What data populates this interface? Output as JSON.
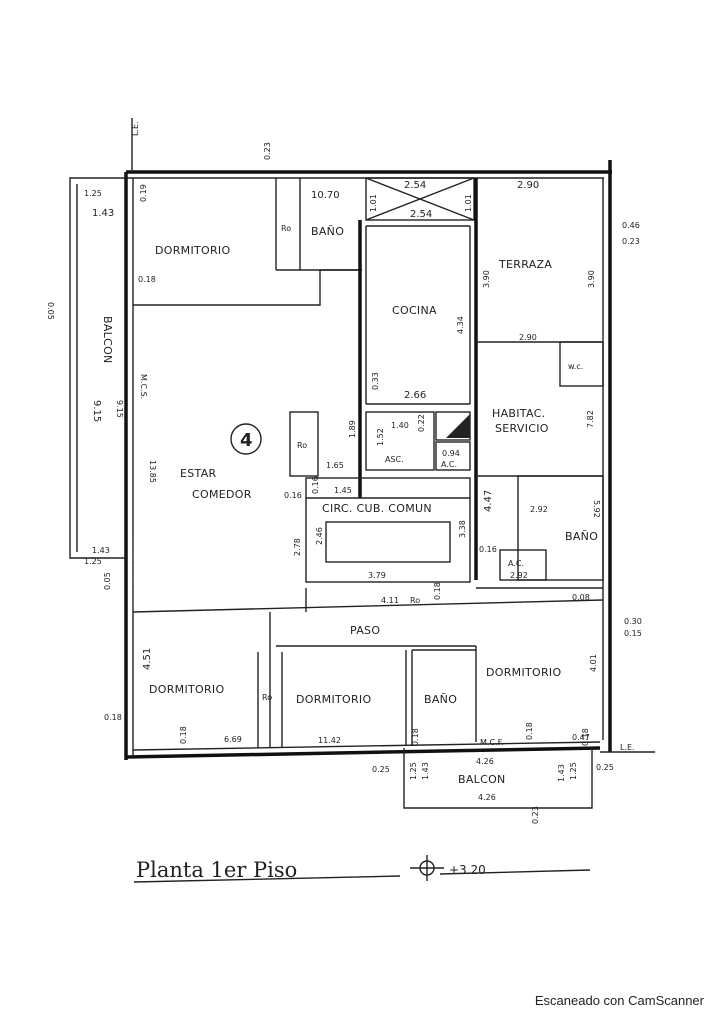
{
  "rooms": {
    "dormitorio_top": "DORMITORIO",
    "bano_top": "BAÑO",
    "ro_top": "Ro",
    "terraza": "TERRAZA",
    "cocina": "COCINA",
    "wc": "w.c.",
    "balcon_left": "BALCON",
    "mcs": "M.C.S.",
    "habitac": "HABITAC.",
    "servicio": "SERVICIO",
    "ro_mid": "Ro",
    "asc": "ASC.",
    "ac_top": "A.C.",
    "estar": "ESTAR",
    "comedor": "COMEDOR",
    "circ": "CIRC. CUB. COMUN",
    "bano_right": "BAÑO",
    "ac_bottom": "A.C.",
    "ro_paso": "Ro",
    "paso": "PASO",
    "dormitorio_bl": "DORMITORIO",
    "ro_bl": "Ro",
    "dormitorio_bc": "DORMITORIO",
    "bano_bc": "BAÑO",
    "dormitorio_br": "DORMITORIO",
    "mcf": "M.C.F.",
    "balcon_bottom": "BALCON",
    "unit_number": "4"
  },
  "dims": {
    "d_023_top": "0.23",
    "d_le_top": "L.E.",
    "d_125": "1.25",
    "d_019": "0.19",
    "d_143_tl": "1.43",
    "d_1070": "10.70",
    "d_254a": "2.54",
    "d_254b": "2.54",
    "d_101a": "1.01",
    "d_101b": "1.01",
    "d_290_top": "2.90",
    "d_046": "0.46",
    "d_023_r": "0.23",
    "d_390a": "3.90",
    "d_390b": "3.90",
    "d_018_tl": "0.18",
    "d_005": "0.05",
    "d_434": "4.34",
    "d_290_b": "2.90",
    "d_915a": "9.15",
    "d_915b": "9.15",
    "d_033": "0.33",
    "d_266": "2.66",
    "d_140": "1.40",
    "d_152": "1.52",
    "d_022": "0.22",
    "d_189": "1.89",
    "d_782": "7.82",
    "d_165": "1.65",
    "d_094": "0.94",
    "d_385": "13.85",
    "d_145": "1.45",
    "d_016a": "0.16",
    "d_016b": "0.16",
    "d_447": "4.47",
    "d_292": "2.92",
    "d_592": "5.92",
    "d_278": "2.78",
    "d_246": "2.46",
    "d_338": "3.38",
    "d_016c": "0.16",
    "d_292b": "2.92",
    "d_143_bl": "1.43",
    "d_125_bl": "1.25",
    "d_005_bl": "0.05",
    "d_379": "3.79",
    "d_411": "4.11",
    "d_018_p": "0.18",
    "d_008": "0.08",
    "d_030": "0.30",
    "d_015": "0.15",
    "d_451": "4.51",
    "d_401": "4.01",
    "d_018_bl": "0.18",
    "d_018_b2": "0.18",
    "d_669": "6.69",
    "d_1142": "11.42",
    "d_018_b3": "0.18",
    "d_018_b4": "0.18",
    "d_047": "0.47",
    "d_le_bottom": "L.E.",
    "d_426a": "4.26",
    "d_426b": "4.26",
    "d_125_b": "1.25",
    "d_143_bb": "1.43",
    "d_125_br": "1.25",
    "d_143_br": "1.43",
    "d_018_br": "0.18",
    "d_025": "0.25",
    "d_023_b": "0.23",
    "d_025_b": "0.25"
  },
  "title": {
    "text": "Planta 1er Piso",
    "level": "+3.20"
  },
  "footer": "Escaneado con CamScanner"
}
